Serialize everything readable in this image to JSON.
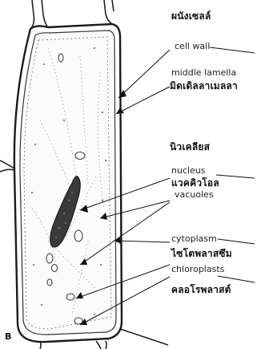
{
  "panel_letter": "B",
  "labels": {
    "cell_wall_th": "ผนังเซลล์",
    "cell_wall_en": "cell wall",
    "middle_lamella_en": "middle lamella",
    "middle_lamella_th": "มิดเดิลลาเมลลา",
    "nucleus_th": "นิวเคลียส",
    "nucleus_en": "nucleus",
    "vacuole_th": "แวคคิวโอล",
    "vacuole_en": "vacuoles",
    "cytoplasm_en": "cytoplasm",
    "cytoplasm_th": "ไซโตพลาสซึม",
    "chloroplasts_en": "chloroplasts",
    "chloroplasts_th": "คลอโรพลาสต์"
  }
}
